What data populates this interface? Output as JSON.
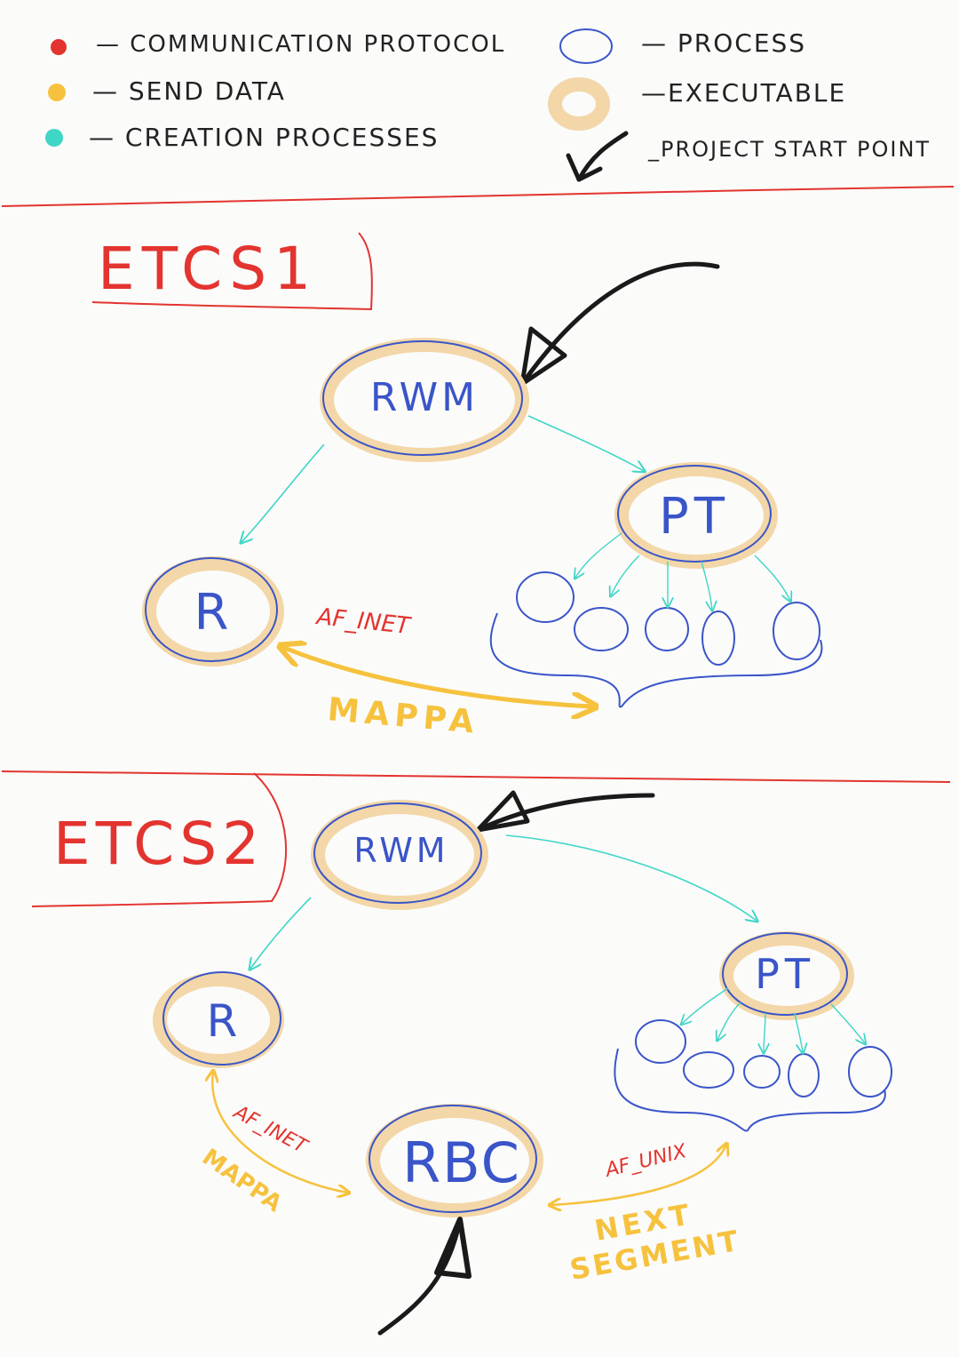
{
  "colors": {
    "background": "#fbfbfa",
    "communication": "#e3342f",
    "send_data": "#f6c23e",
    "creation": "#3fd6c6",
    "process": "#3a55c8",
    "executable": "#f3d7a8",
    "start_point": "#1a1a1a"
  },
  "legend": {
    "communication_protocol": "— COMMUNICATION PROTOCOL",
    "send_data": "— SEND DATA",
    "creation_processes": "— CREATION PROCESSES",
    "process": "— PROCESS",
    "executable": "—EXECUTABLE",
    "project_start_point": "_PROJECT START POINT"
  },
  "etcs1": {
    "title": "ETCS1",
    "rwm": "RWM",
    "pt": "PT",
    "r": "R",
    "protocol": "AF_INET",
    "data": "MAPPA"
  },
  "etcs2": {
    "title": "ETCS2",
    "rwm": "RWM",
    "pt": "PT",
    "r": "R",
    "rbc": "RBC",
    "protocol_r": "AF_INET",
    "data_r": "MAPPA",
    "protocol_pt": "AF_UNIX",
    "data_pt_line1": "NEXT",
    "data_pt_line2": "SEGMENT"
  }
}
